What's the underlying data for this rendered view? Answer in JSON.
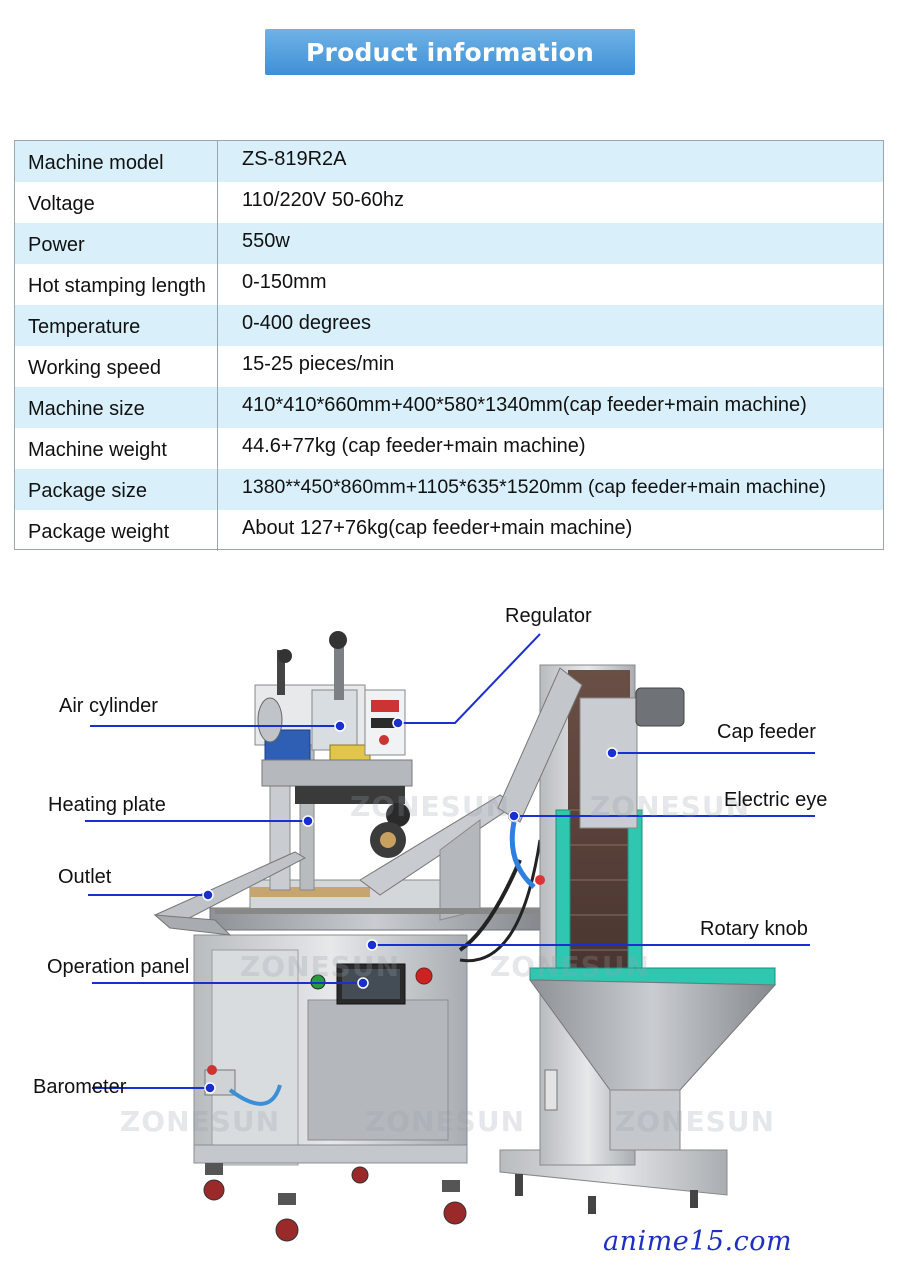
{
  "header": {
    "title": "Product information"
  },
  "specs": [
    {
      "label": "Machine model",
      "value": "ZS-819R2A"
    },
    {
      "label": "Voltage",
      "value": "110/220V 50-60hz"
    },
    {
      "label": "Power",
      "value": "550w"
    },
    {
      "label": "Hot stamping length",
      "value": "0-150mm"
    },
    {
      "label": "Temperature",
      "value": "0-400 degrees"
    },
    {
      "label": "Working speed",
      "value": "15-25 pieces/min"
    },
    {
      "label": "Machine size",
      "value": "410*410*660mm+400*580*1340mm(cap feeder+main machine)"
    },
    {
      "label": "Machine weight",
      "value": "44.6+77kg (cap feeder+main machine)"
    },
    {
      "label": "Package size",
      "value": "1380**450*860mm+1105*635*1520mm (cap feeder+main machine)"
    },
    {
      "label": "Package weight",
      "value": "About 127+76kg(cap feeder+main machine)"
    }
  ],
  "callouts": {
    "regulator": "Regulator",
    "air_cylinder": "Air cylinder",
    "cap_feeder": "Cap feeder",
    "heating_plate": "Heating plate",
    "electric_eye": "Electric eye",
    "outlet": "Outlet",
    "rotary_knob": "Rotary knob",
    "operation_panel": "Operation panel",
    "barometer": "Barometer"
  },
  "watermark": "ZONESUN",
  "site_mark": "anime15.com",
  "colors": {
    "banner": "#4a98da",
    "row_alt": "#d9f0fb",
    "callout_line": "#1a2fd0"
  }
}
